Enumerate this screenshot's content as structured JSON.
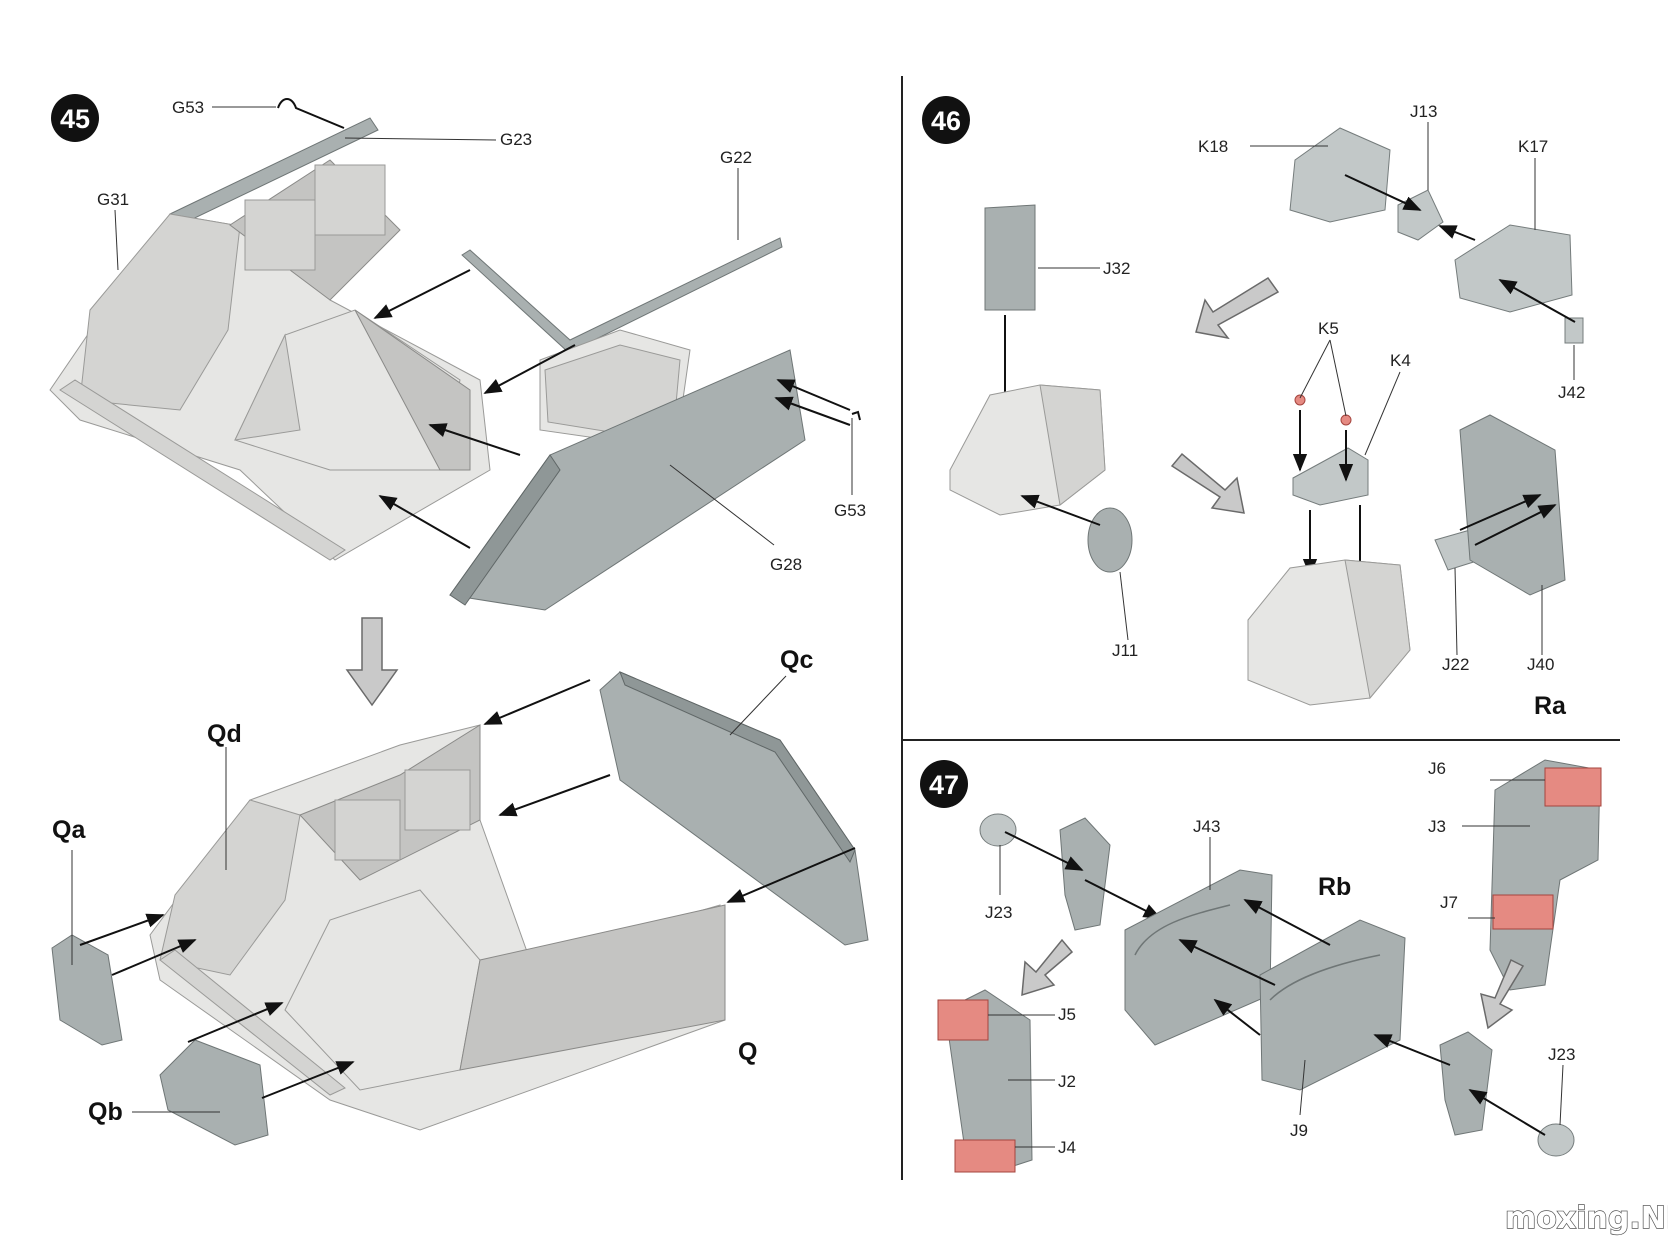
{
  "steps": {
    "s45": {
      "number": "45",
      "labels": {
        "g53a": "G53",
        "g23": "G23",
        "g22": "G22",
        "g31": "G31",
        "g53b": "G53",
        "g28": "G28"
      },
      "assembly": {
        "qc": "Qc",
        "qd": "Qd",
        "qa": "Qa",
        "q": "Q",
        "qb": "Qb"
      }
    },
    "s46": {
      "number": "46",
      "labels": {
        "k18": "K18",
        "j13": "J13",
        "k17": "K17",
        "j32": "J32",
        "j42": "J42",
        "k5": "K5",
        "k4": "K4",
        "j11": "J11",
        "j22": "J22",
        "j40": "J40"
      },
      "assembly": {
        "ra": "Ra"
      }
    },
    "s47": {
      "number": "47",
      "labels": {
        "j6": "J6",
        "j43": "J43",
        "j3": "J3",
        "j23a": "J23",
        "j7": "J7",
        "j5": "J5",
        "j23b": "J23",
        "j2": "J2",
        "j4": "J4",
        "j9": "J9"
      },
      "assembly": {
        "rb": "Rb"
      }
    }
  },
  "watermark": "moxing.NET",
  "colors": {
    "part_light": "#e6e6e4",
    "part_gray": "#a9b0b0",
    "part_red": "#e58a82"
  }
}
